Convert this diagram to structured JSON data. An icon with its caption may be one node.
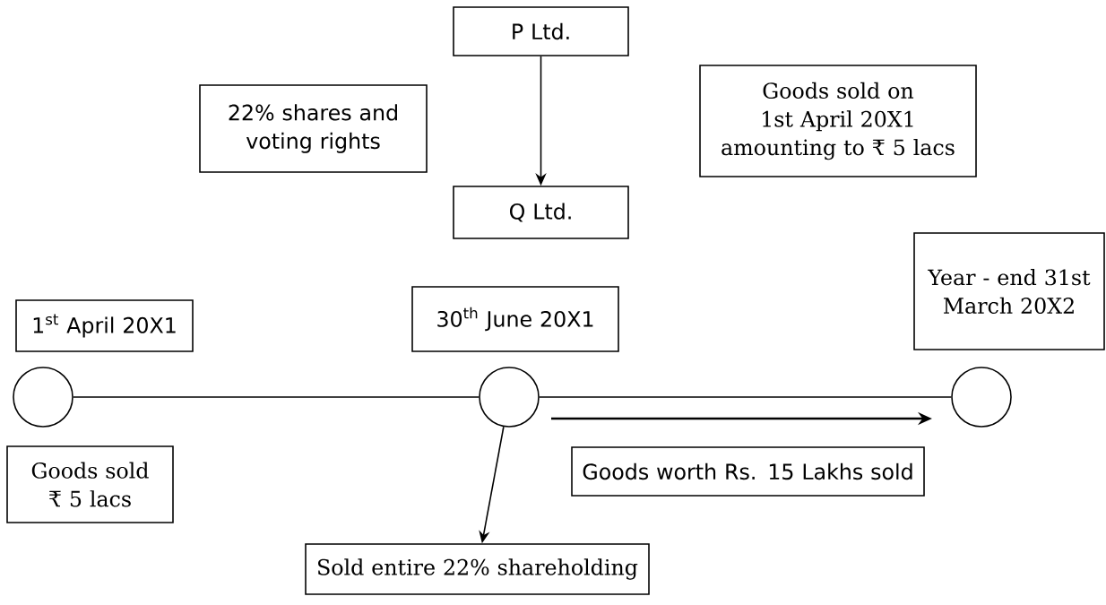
{
  "diagram": {
    "nodes": [
      {
        "text": [
          "P Ltd."
        ]
      },
      {
        "text": [
          "22% shares and voting rights"
        ]
      },
      {
        "text": [
          "Goods sold on 1st April 20X1 amounting to ₹ 5 lacs"
        ]
      },
      {
        "text": [
          "Q Ltd."
        ]
      },
      {
        "text": [
          "Year - end 31st March 20X2"
        ]
      },
      {
        "text": [
          "1$^{st}$ April 20X1"
        ]
      },
      {
        "text": [
          "30$^{th}$ June 20X1"
        ]
      },
      {
        "text": [],
        "shape": "circle"
      },
      {
        "text": [],
        "shape": "circle"
      },
      {
        "text": [],
        "shape": "circle"
      },
      {
        "text": [
          "Goods sold ₹ 5 lacs"
        ]
      },
      {
        "text": [
          "Goods worth Rs. 15 Lakhs sold"
        ]
      },
      {
        "text": [
          "Sold entire 22% shareholding"
        ]
      }
    ],
    "edges": [
      {
        "from": 0,
        "to": 3,
        "arrow": "to"
      },
      {
        "from": 7,
        "to": 8,
        "arrow": "none"
      },
      {
        "from": 8,
        "to": 9,
        "arrow": "none"
      },
      {
        "from": 8,
        "to": 12,
        "arrow": "to"
      }
    ]
  }
}
